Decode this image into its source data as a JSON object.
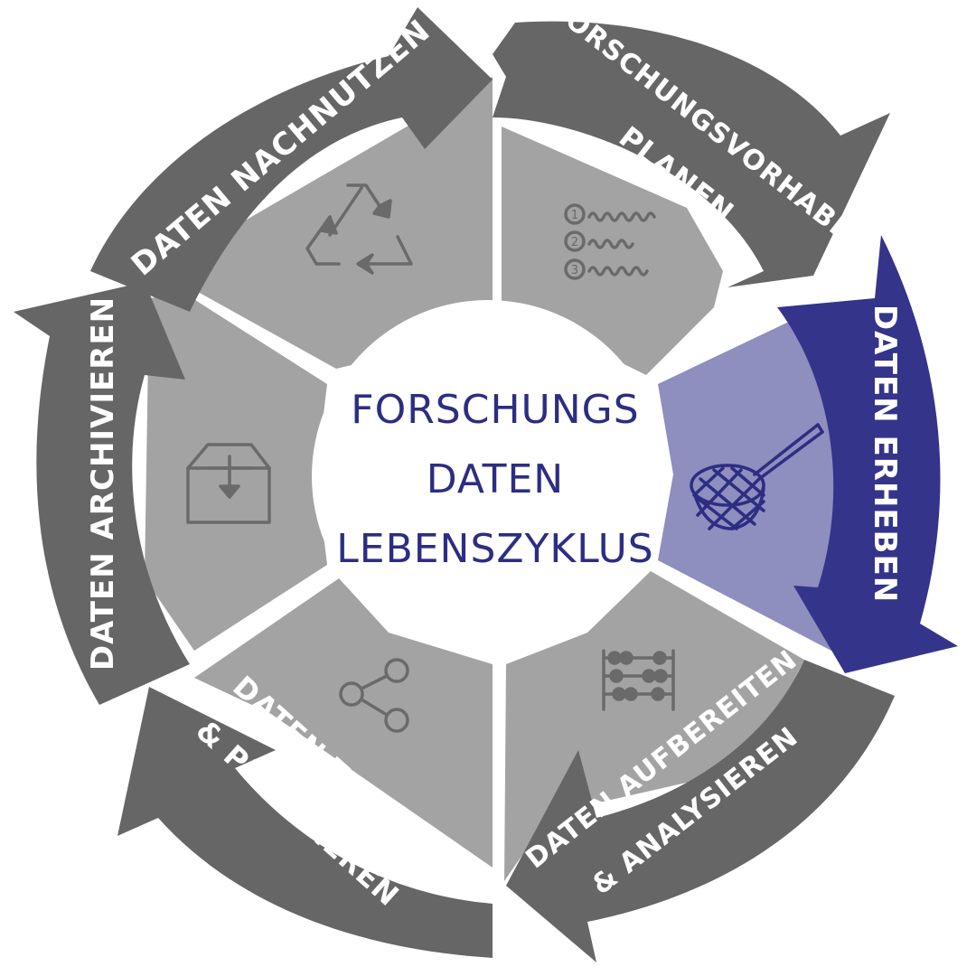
{
  "center": {
    "line1": "FORSCHUNGS",
    "line2": "DATEN",
    "line3": "LEBENSZYKLUS"
  },
  "stages": {
    "plan": {
      "line1": "FORSCHUNGSVORHABEN",
      "line2": "PLANEN",
      "icon": "numbered-list-icon",
      "list_numbers": [
        "1",
        "2",
        "3"
      ]
    },
    "collect": {
      "line1": "DATEN ERHEBEN",
      "icon": "net-icon"
    },
    "analyze": {
      "line1": "DATEN AUFBEREITEN",
      "line2": "& ANALYSIEREN",
      "icon": "abacus-icon"
    },
    "share": {
      "line1": "DATEN TEILEN",
      "line2": "& PUBLIZIEREN",
      "icon": "share-icon"
    },
    "archive": {
      "line1": "DATEN ARCHIVIEREN",
      "icon": "archive-box-icon"
    },
    "reuse": {
      "line1": "DATEN NACHNUTZEN",
      "icon": "recycle-icon"
    }
  },
  "colors": {
    "arrow": "#666666",
    "wedge": "#a3a3a3",
    "active_arrow": "#34348a",
    "active_wedge": "#8e8ebf",
    "center_text": "#2d2d82"
  }
}
